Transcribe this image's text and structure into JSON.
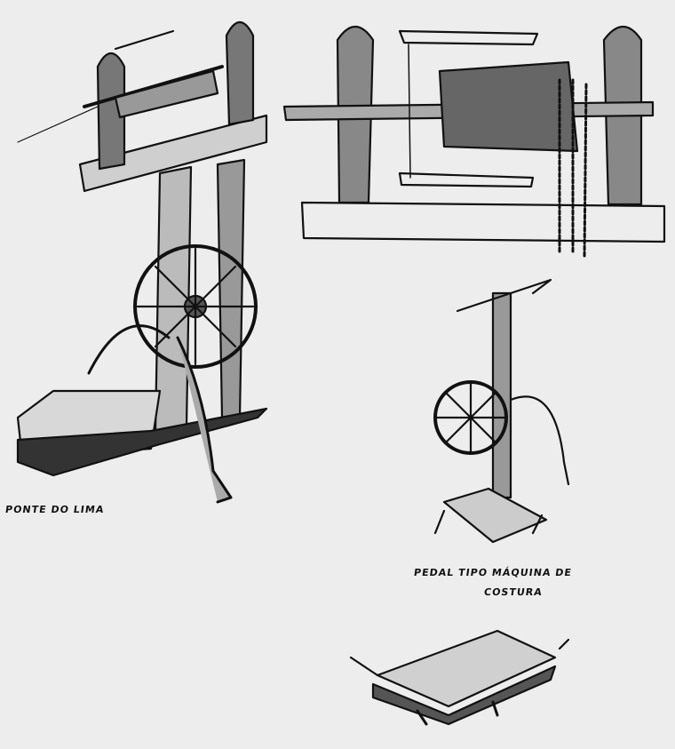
{
  "labels": {
    "ponte_do_lima": "PONTE DO LIMA",
    "pedal_line1": "PEDAL TIPO MÁQUINA DE",
    "pedal_line2": "COSTURA"
  },
  "colors": {
    "paper": "#ededed",
    "ink": "#111111"
  }
}
